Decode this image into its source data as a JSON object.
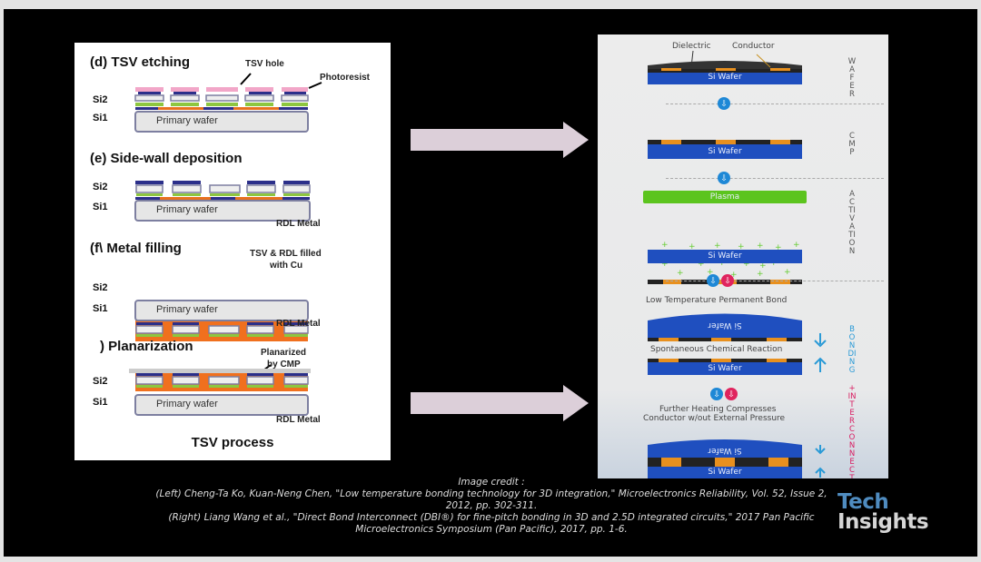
{
  "left_figure": {
    "steps": [
      {
        "title": "(d) TSV etching",
        "annotations": [
          "TSV hole",
          "Photoresist"
        ]
      },
      {
        "title": "(e) Side-wall deposition",
        "annotations": [
          "RDL Metal"
        ]
      },
      {
        "title": "(f) Metal filling",
        "title_visible": "(f\\ Metal filling",
        "annotations": [
          "TSV & RDL filled",
          "with Cu",
          "RDL Metal"
        ]
      },
      {
        "title": ") Planarization",
        "annotations": [
          "Planarized",
          "by CMP",
          "RDL Metal"
        ]
      }
    ],
    "layer_labels": {
      "top": "Si2",
      "bottom": "Si1"
    },
    "wafer_label": "Primary wafer",
    "caption": "TSV process"
  },
  "right_figure": {
    "labels": {
      "dielectric": "Dielectric",
      "conductor": "Conductor",
      "si_wafer": "Si Wafer",
      "plasma": "Plasma",
      "low_temp_bond": "Low Temperature Permanent Bond",
      "spontaneous": "Spontaneous Chemical Reaction",
      "heating_line1": "Further Heating Compresses",
      "heating_line2": "Conductor w/out External Pressure"
    },
    "stages": [
      "WAFER",
      "CMP",
      "ACTIVATION",
      "BONDING",
      "+",
      "INTERCONNECT"
    ],
    "colors": {
      "si_wafer": "#1f4fbf",
      "conductor": "#e8901e",
      "plasma": "#5cc41e",
      "down_circle": "#1e88d6",
      "heat_circle": "#e0245e",
      "bonding_text": "#2a9ad6",
      "interconnect_text": "#d81b60"
    }
  },
  "credit": {
    "heading": "Image credit :",
    "left": "(Left) Cheng-Ta Ko, Kuan-Neng Chen, \"Low temperature bonding technology for 3D integration,\" Microelectronics Reliability, Vol. 52, Issue 2, 2012, pp. 302-311.",
    "right": "(Right) Liang Wang et al., \"Direct Bond Interconnect (DBI®) for fine-pitch bonding in 3D and 2.5D integrated circuits,\" 2017 Pan Pacific Microelectronics Symposium (Pan Pacific), 2017, pp. 1-6."
  },
  "logo": {
    "line1": "Tech",
    "line2": "Insights"
  }
}
